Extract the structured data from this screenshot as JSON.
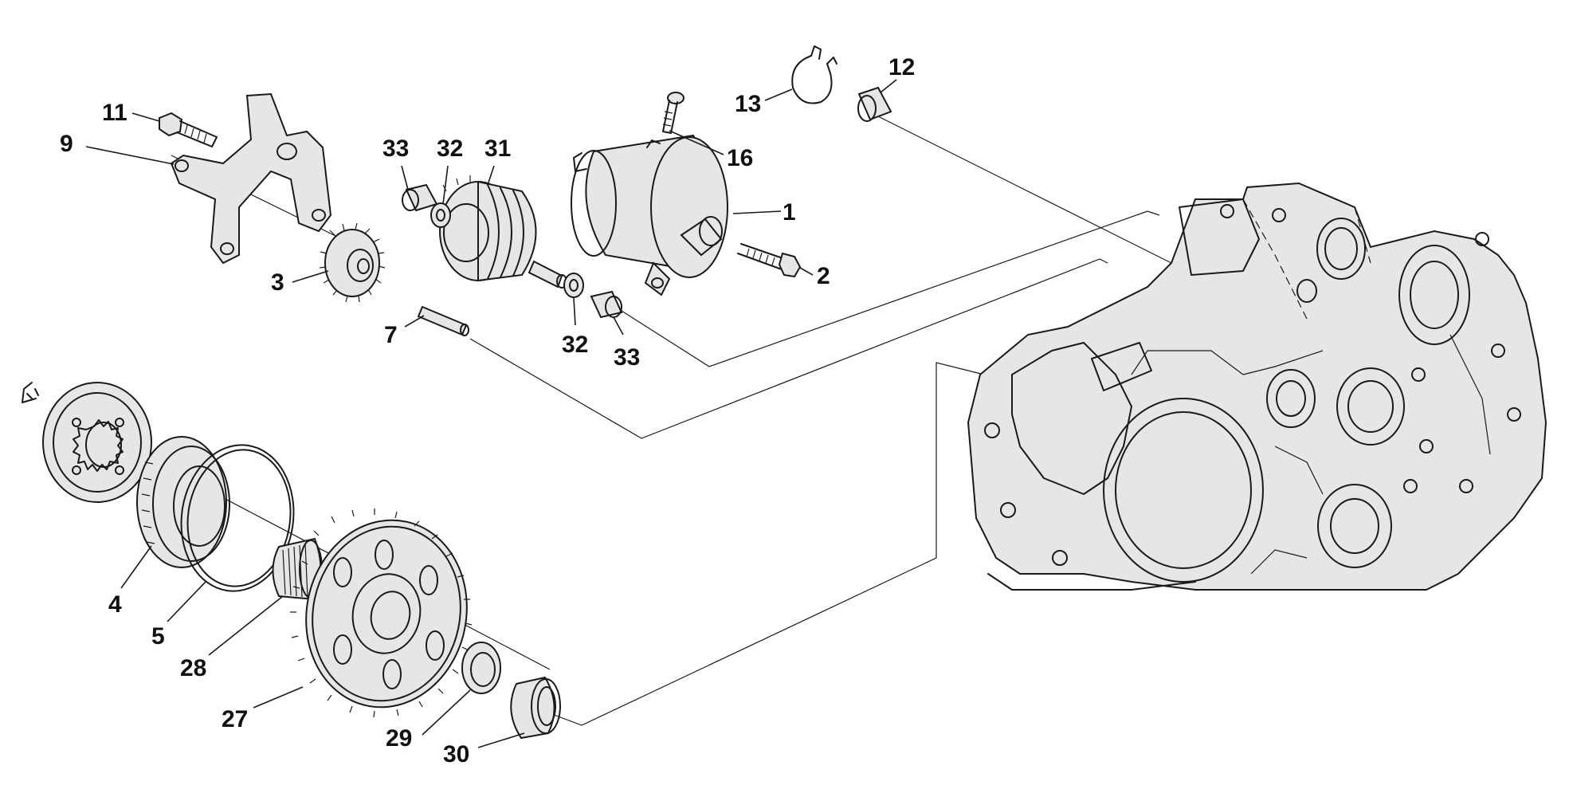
{
  "diagram": {
    "background": "#ffffff",
    "line_color": "#1a1a1a",
    "callouts": [
      {
        "id": "c1",
        "label": "1"
      },
      {
        "id": "c2",
        "label": "2"
      },
      {
        "id": "c3",
        "label": "3"
      },
      {
        "id": "c4",
        "label": "4"
      },
      {
        "id": "c5",
        "label": "5"
      },
      {
        "id": "c7",
        "label": "7"
      },
      {
        "id": "c9",
        "label": "9"
      },
      {
        "id": "c11",
        "label": "11"
      },
      {
        "id": "c12",
        "label": "12"
      },
      {
        "id": "c13",
        "label": "13"
      },
      {
        "id": "c16",
        "label": "16"
      },
      {
        "id": "c27",
        "label": "27"
      },
      {
        "id": "c28",
        "label": "28"
      },
      {
        "id": "c29",
        "label": "29"
      },
      {
        "id": "c30",
        "label": "30"
      },
      {
        "id": "c31",
        "label": "31"
      },
      {
        "id": "c32a",
        "label": "32"
      },
      {
        "id": "c33a",
        "label": "33"
      },
      {
        "id": "c32b",
        "label": "32"
      },
      {
        "id": "c33b",
        "label": "33"
      }
    ]
  }
}
